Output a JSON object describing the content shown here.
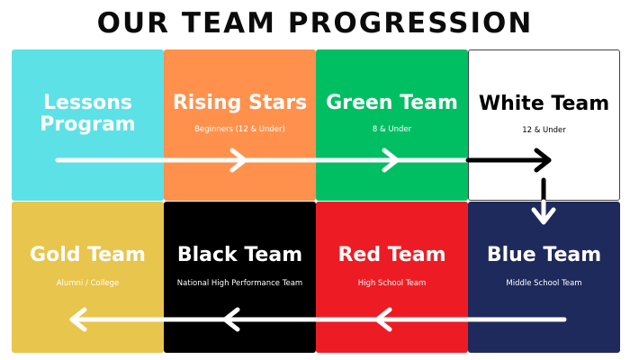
{
  "title": "OUR TEAM PROGRESSION",
  "row1": [
    {
      "name": "Lessons Program",
      "sub": "",
      "bg": "#5ce1e6",
      "fg": "#ffffff"
    },
    {
      "name": "Rising Stars",
      "sub": "Beginners (12 & Under)",
      "bg": "#ff914d",
      "fg": "#ffffff"
    },
    {
      "name": "Green Team",
      "sub": "8 & Under",
      "bg": "#00bf63",
      "fg": "#ffffff"
    },
    {
      "name": "White Team",
      "sub": "12 & Under",
      "bg": "#ffffff",
      "fg": "#000000"
    }
  ],
  "row2": [
    {
      "name": "Gold Team",
      "sub": "Alumni / College",
      "bg": "#e8c54d",
      "fg": "#ffffff"
    },
    {
      "name": "Black Team",
      "sub": "National High Performance Team",
      "bg": "#000000",
      "fg": "#ffffff"
    },
    {
      "name": "Red Team",
      "sub": "High School Team",
      "bg": "#ed1c24",
      "fg": "#ffffff"
    },
    {
      "name": "Blue Team",
      "sub": "Middle School Team",
      "bg": "#1f2a5c",
      "fg": "#ffffff"
    }
  ],
  "colors": {
    "arrow_light": "#ffffff",
    "arrow_dark": "#000000"
  }
}
